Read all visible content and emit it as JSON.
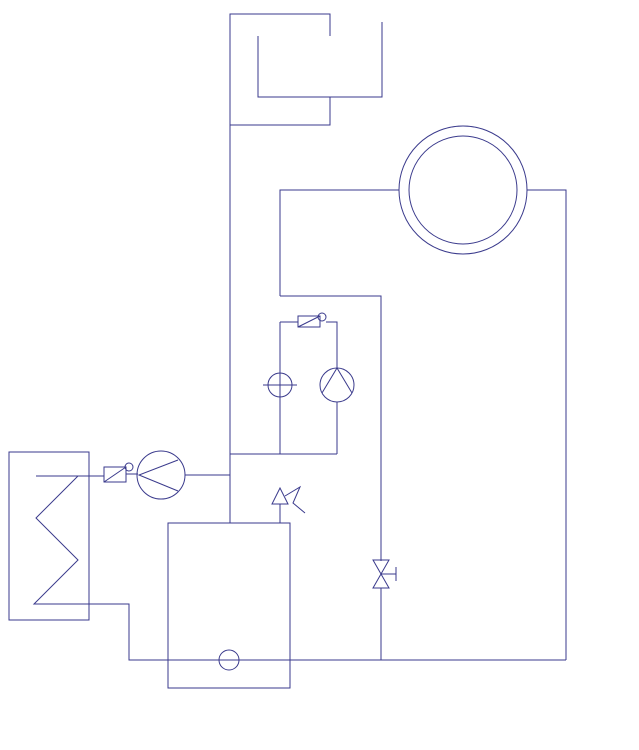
{
  "colors": {
    "background": "#ffffff",
    "line": "#3a3a8c"
  },
  "components": {
    "expansion_tank": "open-expansion-tank",
    "radiator": "ring-radiator",
    "bypass_valve": "motorized-valve",
    "circulation_pump": "circulation-pump",
    "check_valve": "check-valve",
    "heat_exchanger": "coil-heat-exchanger",
    "boiler": "boiler-vessel",
    "safety_valve": "safety-relief-valve",
    "drain_valve": "hand-valve"
  }
}
